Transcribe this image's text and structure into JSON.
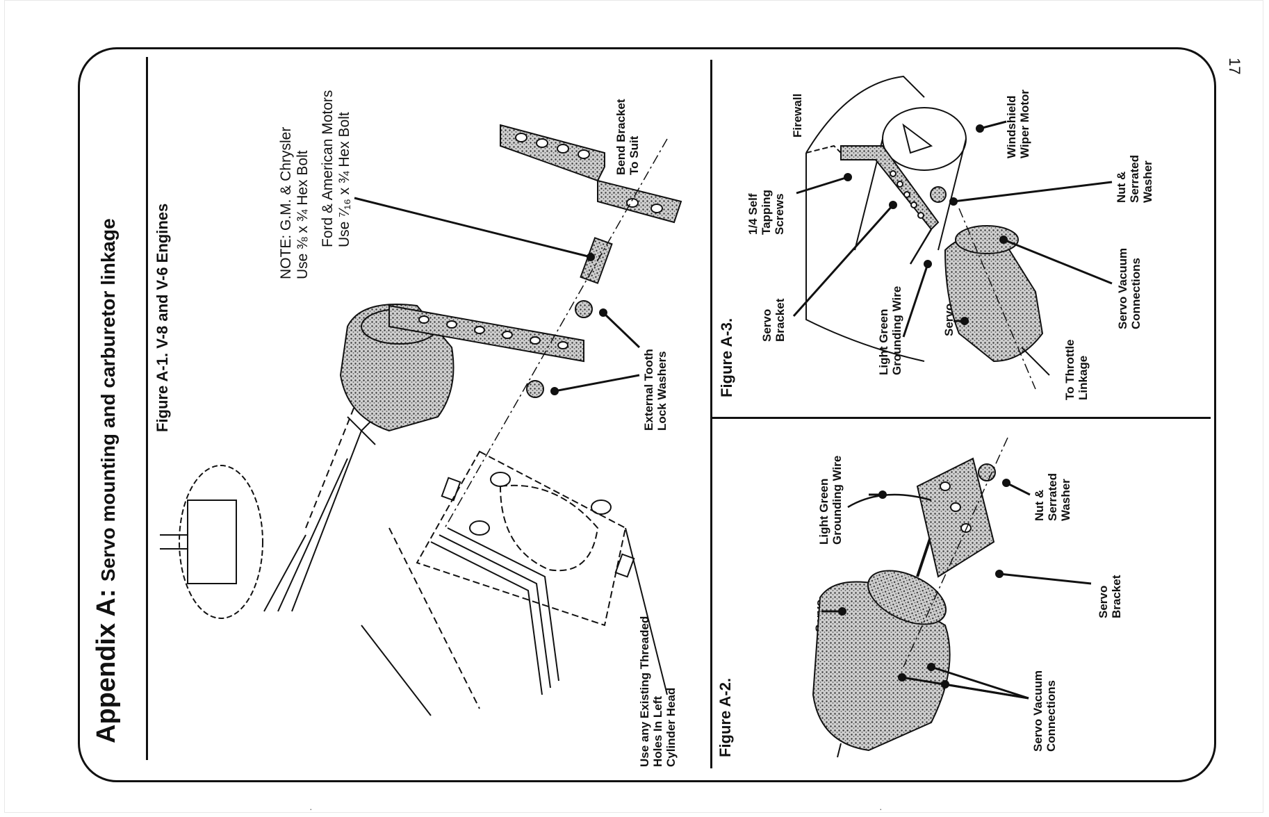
{
  "page_number": "17",
  "title": {
    "prefix": "Appendix A:",
    "text": "Servo mounting and carburetor linkage"
  },
  "figure_a1": {
    "caption": "Figure A-1. V-8 and V-6 Engines",
    "note_line1": "NOTE: G.M. & Chrysler",
    "note_line2": "Use ⅜ x ¾ Hex Bolt",
    "note_line3": "Ford & American Motors",
    "note_line4": "Use ⁷⁄₁₆ x ¾ Hex Bolt",
    "bend_bracket_1": "Bend Bracket",
    "bend_bracket_2": "To Suit",
    "washers_1": "External Tooth",
    "washers_2": "Lock Washers",
    "threaded_1": "Use any Existing Threaded",
    "threaded_2": "Holes In Left",
    "threaded_3": "Cylinder Head"
  },
  "figure_a2": {
    "caption": "Figure A-2.",
    "servo": "Servo",
    "wire_1": "Light Green",
    "wire_2": "Grounding Wire",
    "nut_1": "Nut &",
    "nut_2": "Serrated",
    "nut_3": "Washer",
    "bracket_1": "Servo",
    "bracket_2": "Bracket",
    "vacuum_1": "Servo Vacuum",
    "vacuum_2": "Connections"
  },
  "figure_a3": {
    "caption": "Figure A-3.",
    "firewall": "Firewall",
    "screws_1": "1/4 Self",
    "screws_2": "Tapping",
    "screws_3": "Screws",
    "bracket_1": "Servo",
    "bracket_2": "Bracket",
    "wire_1": "Light Green",
    "wire_2": "Grounding Wire",
    "servo": "Servo",
    "throttle_1": "To Throttle",
    "throttle_2": "Linkage",
    "vacuum_1": "Servo Vacuum",
    "vacuum_2": "Connections",
    "nut_1": "Nut &",
    "nut_2": "Serrated",
    "nut_3": "Washer",
    "wiper_1": "Windshield",
    "wiper_2": "Wiper Motor"
  }
}
